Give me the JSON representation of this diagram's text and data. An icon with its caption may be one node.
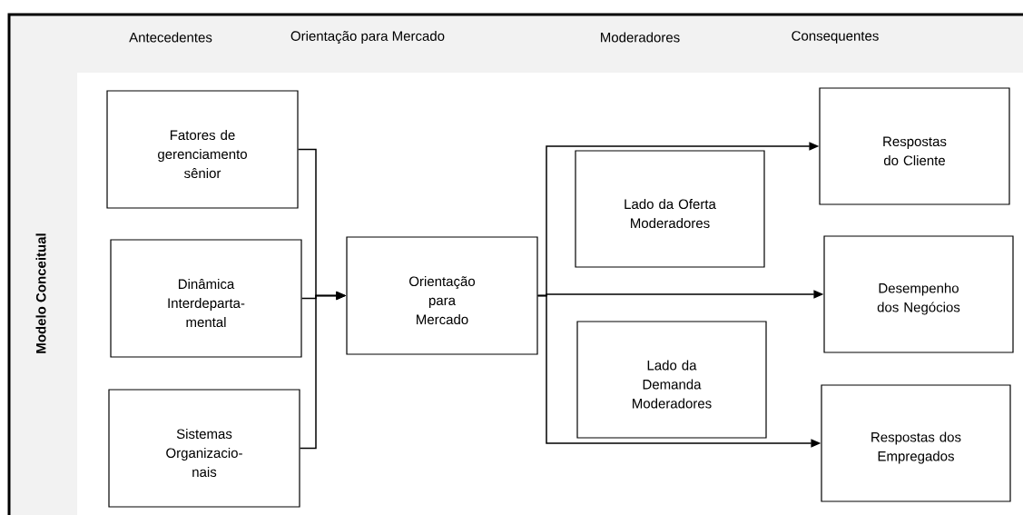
{
  "diagram": {
    "nodes": [
      {
        "text": [
          "Fatores de gerenciamento sênior"
        ]
      },
      {
        "text": [
          "Dinâmica Interdeparta- mental"
        ]
      },
      {
        "text": [
          "Sistemas Organizacio- nais"
        ]
      },
      {
        "text": [
          "Orientação para Mercado"
        ]
      },
      {
        "text": [
          "Lado da Oferta Moderadores"
        ]
      },
      {
        "text": [
          "Lado da Demanda Moderadores"
        ]
      },
      {
        "text": [
          "Respostas do Cliente"
        ]
      },
      {
        "text": [
          "Desempenho dos Negócios"
        ]
      },
      {
        "text": [
          "Respostas dos Empregados"
        ]
      }
    ],
    "edges": [
      {
        "from": 0,
        "to": 3,
        "arrow": "to"
      },
      {
        "from": 1,
        "to": 3,
        "arrow": "to"
      },
      {
        "from": 2,
        "to": 3,
        "arrow": "to"
      },
      {
        "from": 3,
        "to": 6,
        "arrow": "to"
      },
      {
        "from": 3,
        "to": 7,
        "arrow": "to"
      },
      {
        "from": 3,
        "to": 8,
        "arrow": "to"
      }
    ],
    "labels": [
      "Antecedentes",
      "Orientação para Mercado",
      "Moderadores",
      "Consequentes",
      "Modelo Conceitual"
    ]
  }
}
